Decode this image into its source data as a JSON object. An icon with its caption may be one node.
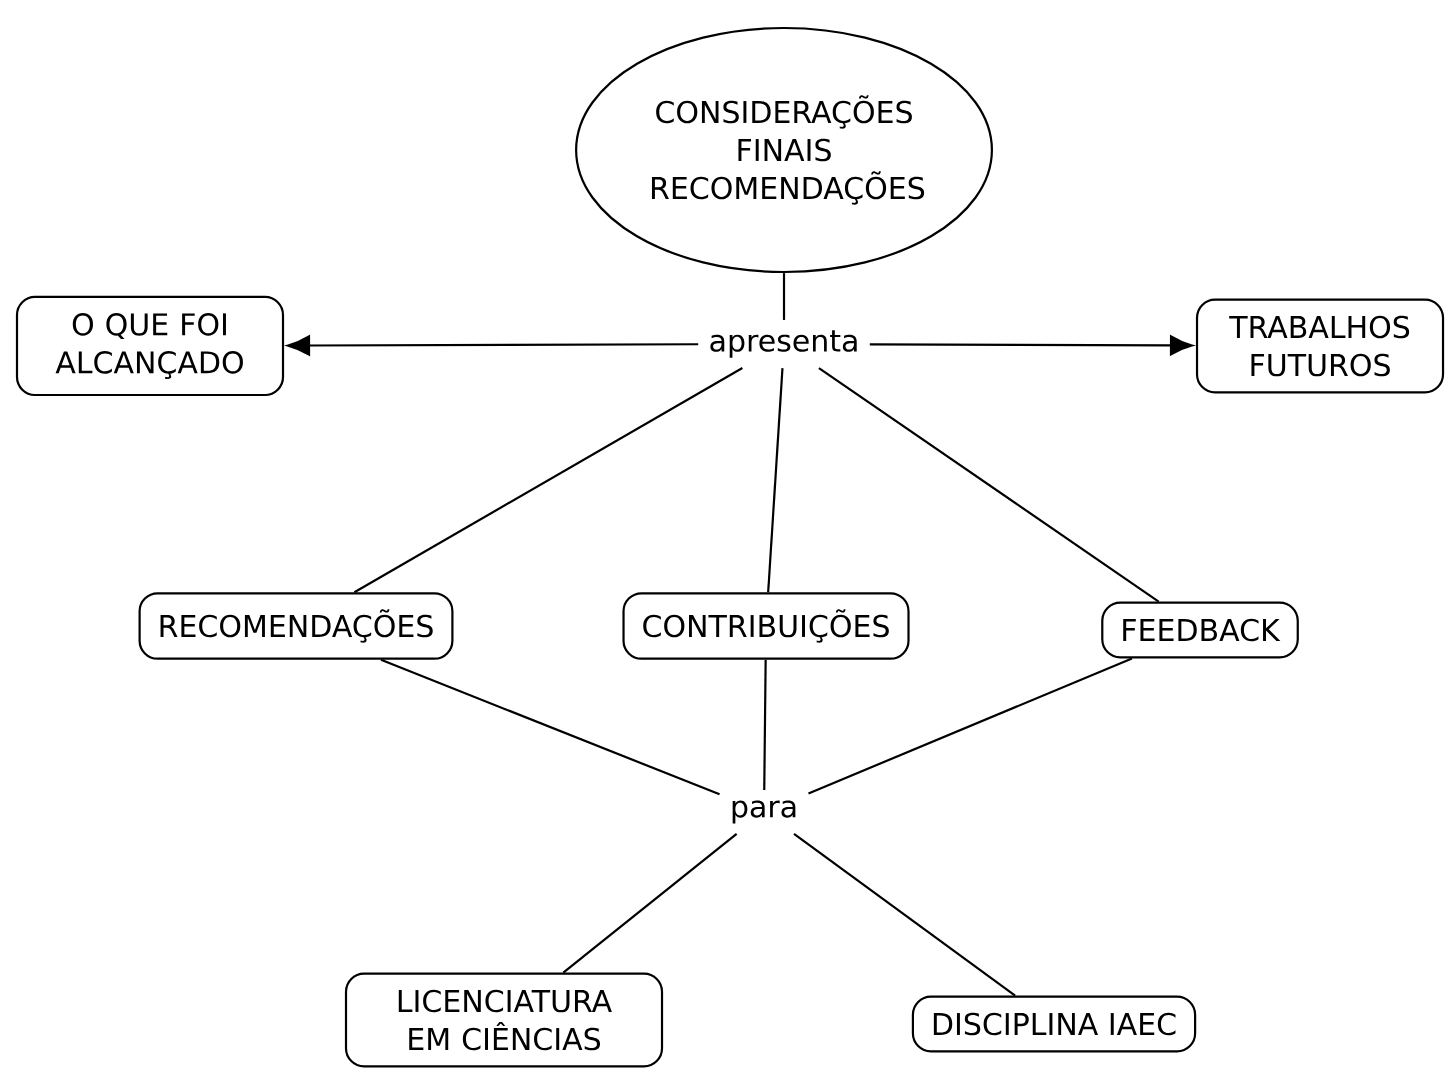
{
  "diagram": {
    "nodes": [
      {
        "text": [
          "CONSIDERAÇÕES FINAIS RECOMENDAÇÕES"
        ]
      },
      {
        "text": [
          "O QUE FOI ALCANÇADO"
        ]
      },
      {
        "text": [
          "apresenta"
        ]
      },
      {
        "text": [
          "TRABALHOS FUTUROS"
        ]
      },
      {
        "text": [
          "RECOMENDAÇÕES"
        ]
      },
      {
        "text": [
          "CONTRIBUIÇÕES"
        ]
      },
      {
        "text": [
          "FEEDBACK"
        ]
      },
      {
        "text": [
          "para"
        ]
      },
      {
        "text": [
          "LICENCIATURA EM CIÊNCIAS"
        ]
      },
      {
        "text": [
          "DISCIPLINA IAEC"
        ]
      }
    ],
    "edges": [
      {
        "from": 0,
        "to": 2,
        "arrow": "none"
      },
      {
        "from": 2,
        "to": 1,
        "arrow": "to"
      },
      {
        "from": 2,
        "to": 3,
        "arrow": "to"
      },
      {
        "from": 2,
        "to": 4,
        "arrow": "none"
      },
      {
        "from": 2,
        "to": 5,
        "arrow": "none"
      },
      {
        "from": 2,
        "to": 6,
        "arrow": "none"
      },
      {
        "from": 4,
        "to": 7,
        "arrow": "none"
      },
      {
        "from": 5,
        "to": 7,
        "arrow": "none"
      },
      {
        "from": 6,
        "to": 7,
        "arrow": "none"
      },
      {
        "from": 7,
        "to": 8,
        "arrow": "none"
      },
      {
        "from": 7,
        "to": 9,
        "arrow": "none"
      }
    ]
  }
}
